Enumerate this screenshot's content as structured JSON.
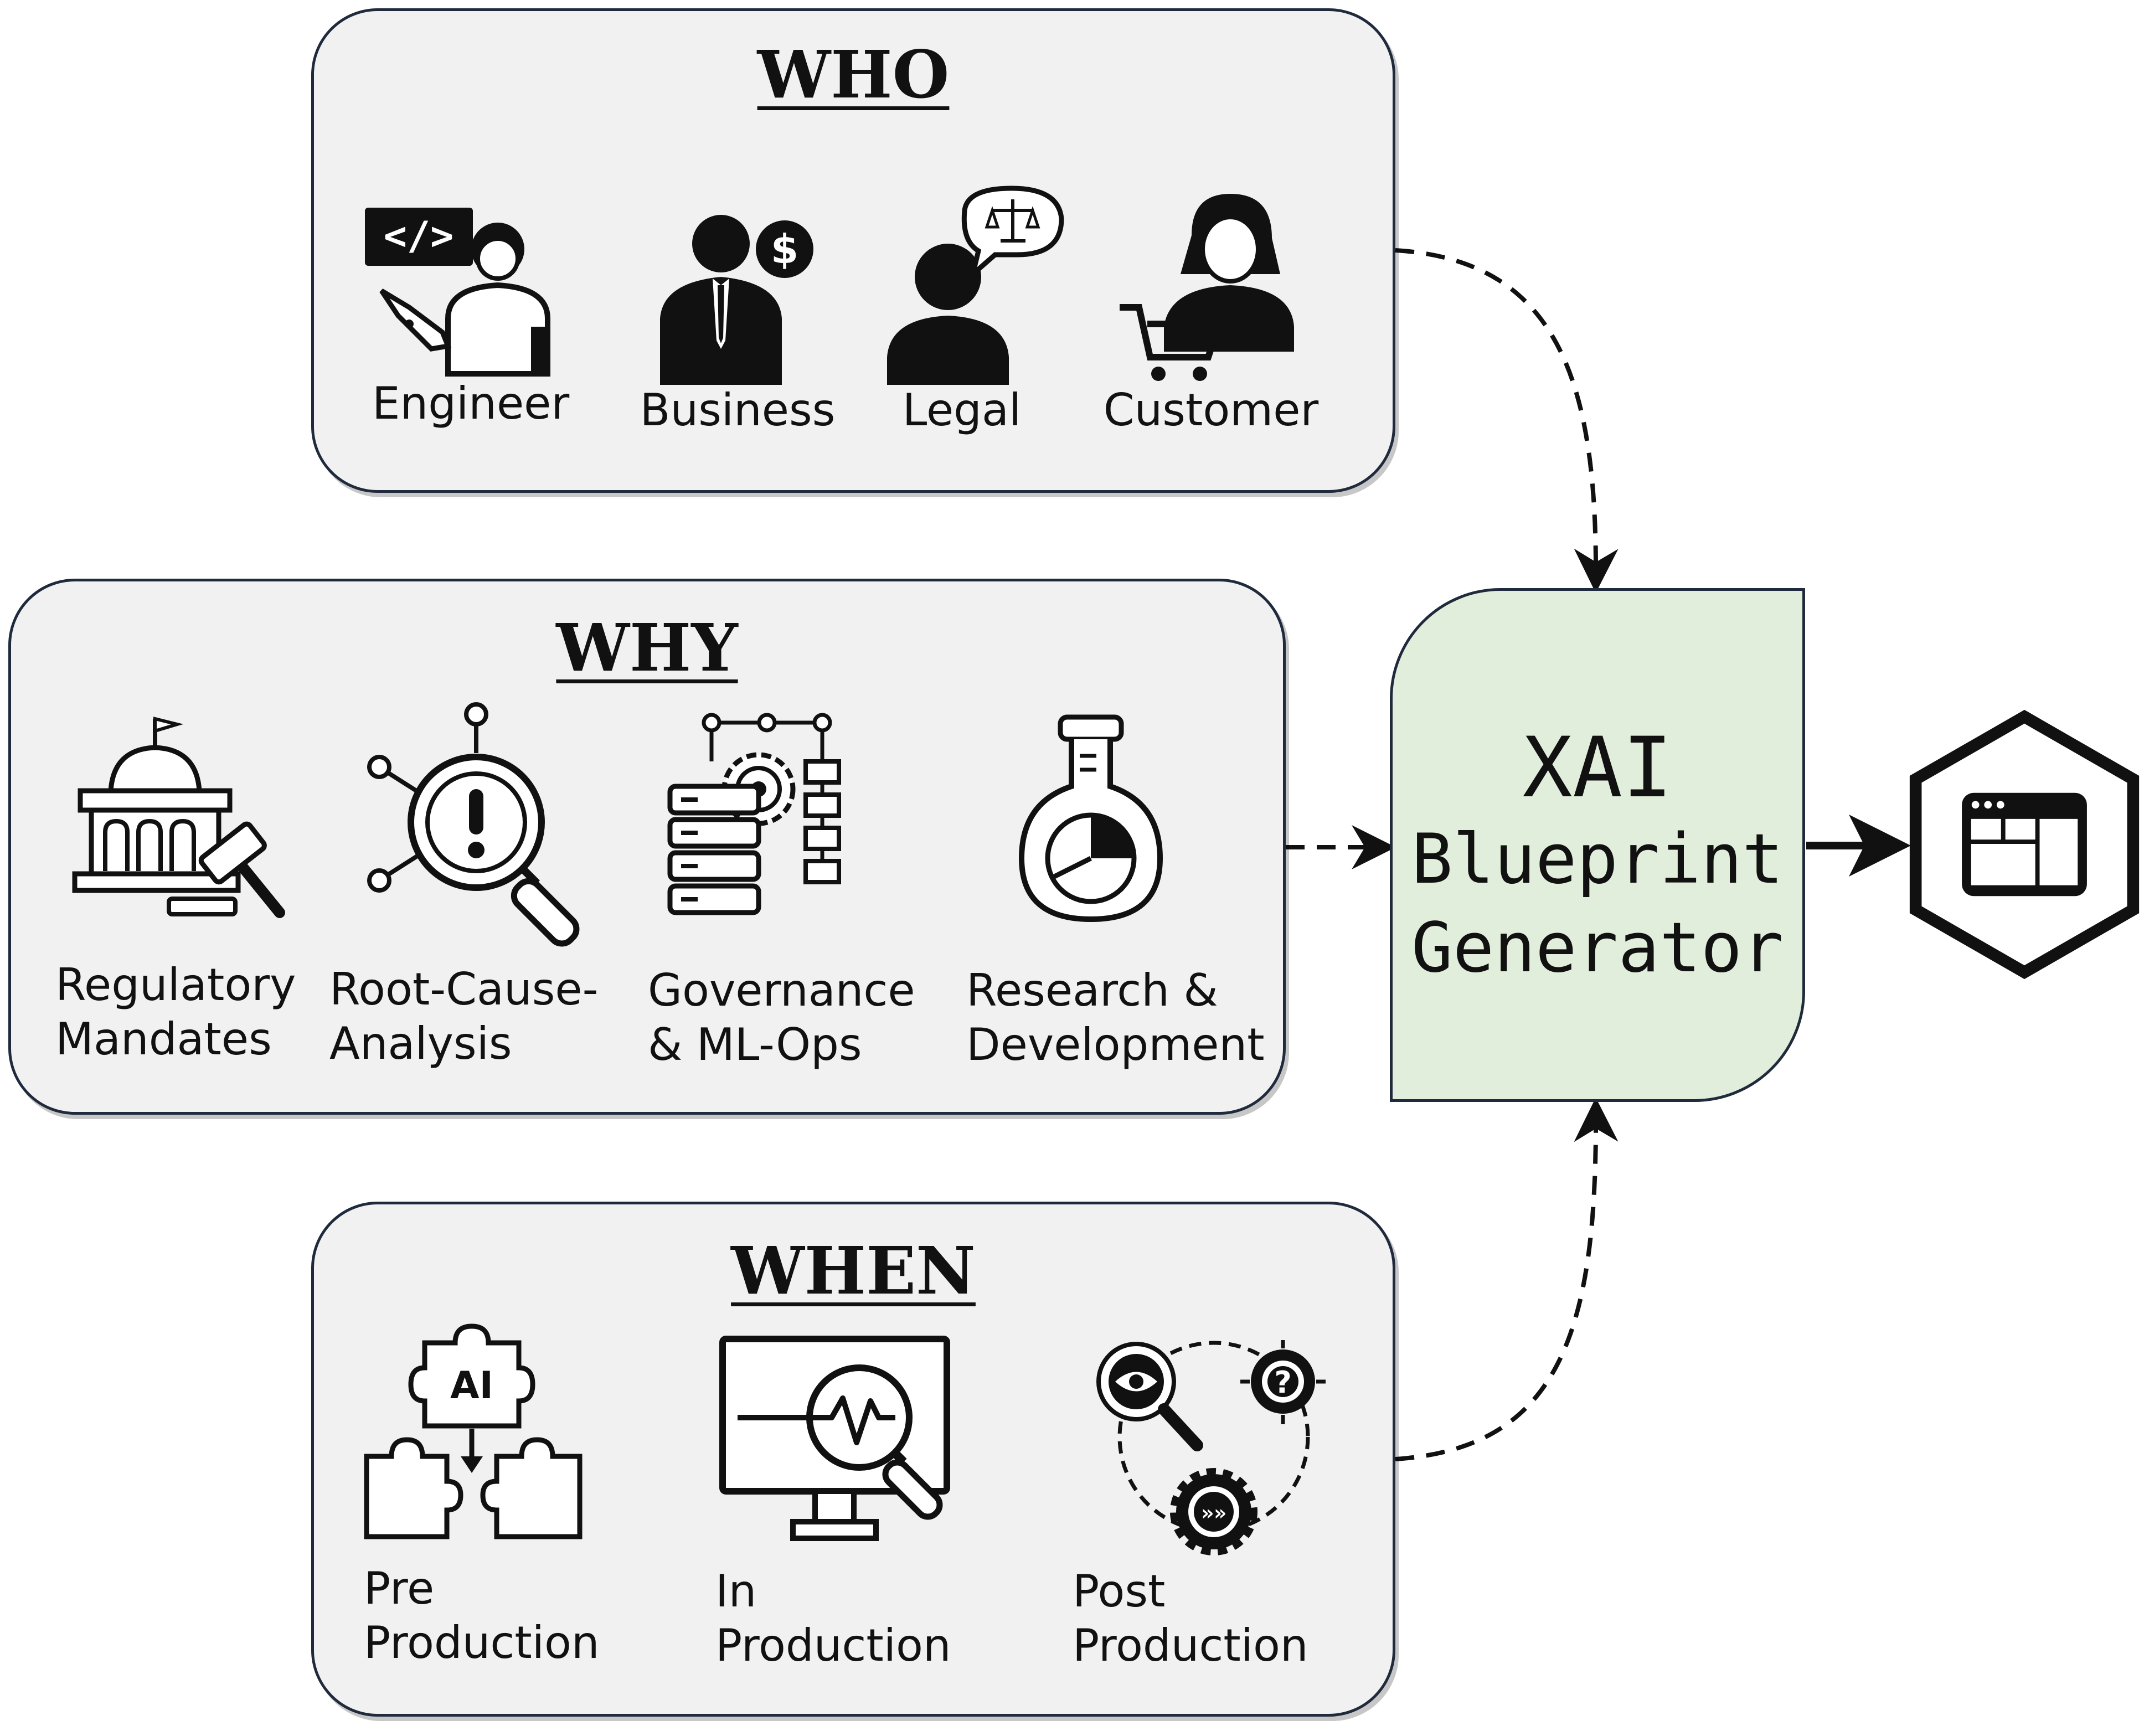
{
  "who": {
    "title": "WHO",
    "items": [
      {
        "label": "Engineer",
        "icon": "engineer-icon"
      },
      {
        "label": "Business",
        "icon": "businessman-icon"
      },
      {
        "label": "Legal",
        "icon": "legal-person-icon"
      },
      {
        "label": "Customer",
        "icon": "customer-icon"
      }
    ]
  },
  "why": {
    "title": "WHY",
    "items": [
      {
        "line1": "Regulatory",
        "line2": "Mandates",
        "icon": "courthouse-gavel-icon"
      },
      {
        "line1": "Root-Cause-",
        "line2": "Analysis",
        "icon": "magnifier-alert-icon"
      },
      {
        "line1": "Governance",
        "line2": "& ML-Ops",
        "icon": "server-gear-flow-icon"
      },
      {
        "line1": "Research &",
        "line2": "Development",
        "icon": "flask-chart-icon"
      }
    ]
  },
  "when": {
    "title": "WHEN",
    "items": [
      {
        "line1": "Pre",
        "line2": "Production",
        "icon": "ai-puzzle-icon"
      },
      {
        "line1": "In",
        "line2": "Production",
        "icon": "monitor-pulse-icon"
      },
      {
        "line1": "Post",
        "line2": "Production",
        "icon": "cycle-eye-target-gear-icon"
      }
    ]
  },
  "generator": {
    "line1": "XAI",
    "line2": "Blueprint",
    "line3": "Generator",
    "fill_color": "#e1eedb"
  },
  "output": {
    "icon": "hexagon-dashboard-icon"
  },
  "colors": {
    "panel_fill": "#f1f1f1",
    "border": "#1f2a3c",
    "ink": "#111111"
  }
}
